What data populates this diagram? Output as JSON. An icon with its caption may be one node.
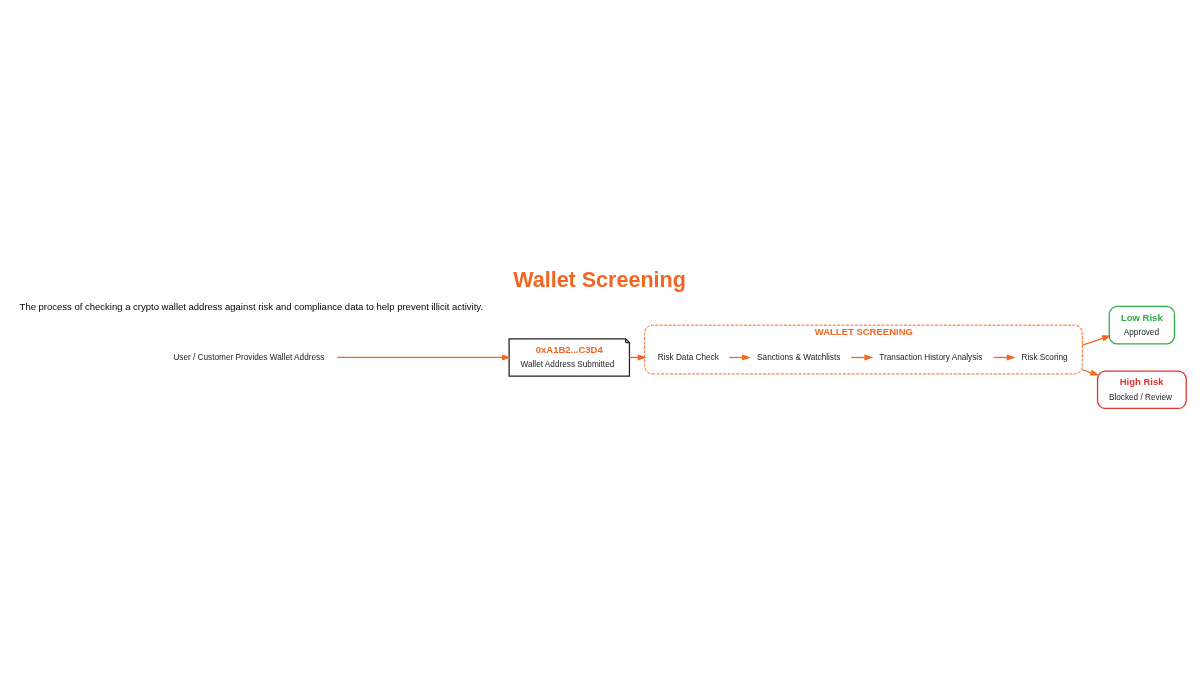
{
  "diagram": {
    "title": "Wallet Screening",
    "nodes": [
      {
        "text": [
          "User / Customer Provides Wallet Address"
        ]
      },
      {
        "text": [
          "0xA1B2...C3D4",
          "Wallet Address Submitted"
        ]
      },
      {
        "text": [
          "WALLET SCREENING"
        ]
      },
      {
        "text": [
          "Risk Data Check"
        ],
        "in": 2
      },
      {
        "text": [
          "Sanctions & Watchlists"
        ],
        "in": 2
      },
      {
        "text": [
          "Transaction History Analysis"
        ],
        "in": 2
      },
      {
        "text": [
          "Risk Scoring"
        ],
        "in": 2
      },
      {
        "text": [
          "Low Risk",
          "Approved"
        ]
      },
      {
        "text": [
          "High Risk",
          "Blocked / Review"
        ]
      }
    ],
    "edges": [
      {
        "from": 0,
        "to": 1,
        "arrow": "to"
      },
      {
        "from": 1,
        "to": 2,
        "arrow": "to"
      },
      {
        "from": 3,
        "to": 4,
        "arrow": "to"
      },
      {
        "from": 4,
        "to": 5,
        "arrow": "to"
      },
      {
        "from": 5,
        "to": 6,
        "arrow": "to"
      },
      {
        "from": 2,
        "to": 7,
        "arrow": "to"
      },
      {
        "from": 2,
        "to": 8,
        "arrow": "to"
      }
    ],
    "labels": [
      "The process of checking a crypto wallet address against risk and compliance data to help prevent illicit activity."
    ]
  }
}
